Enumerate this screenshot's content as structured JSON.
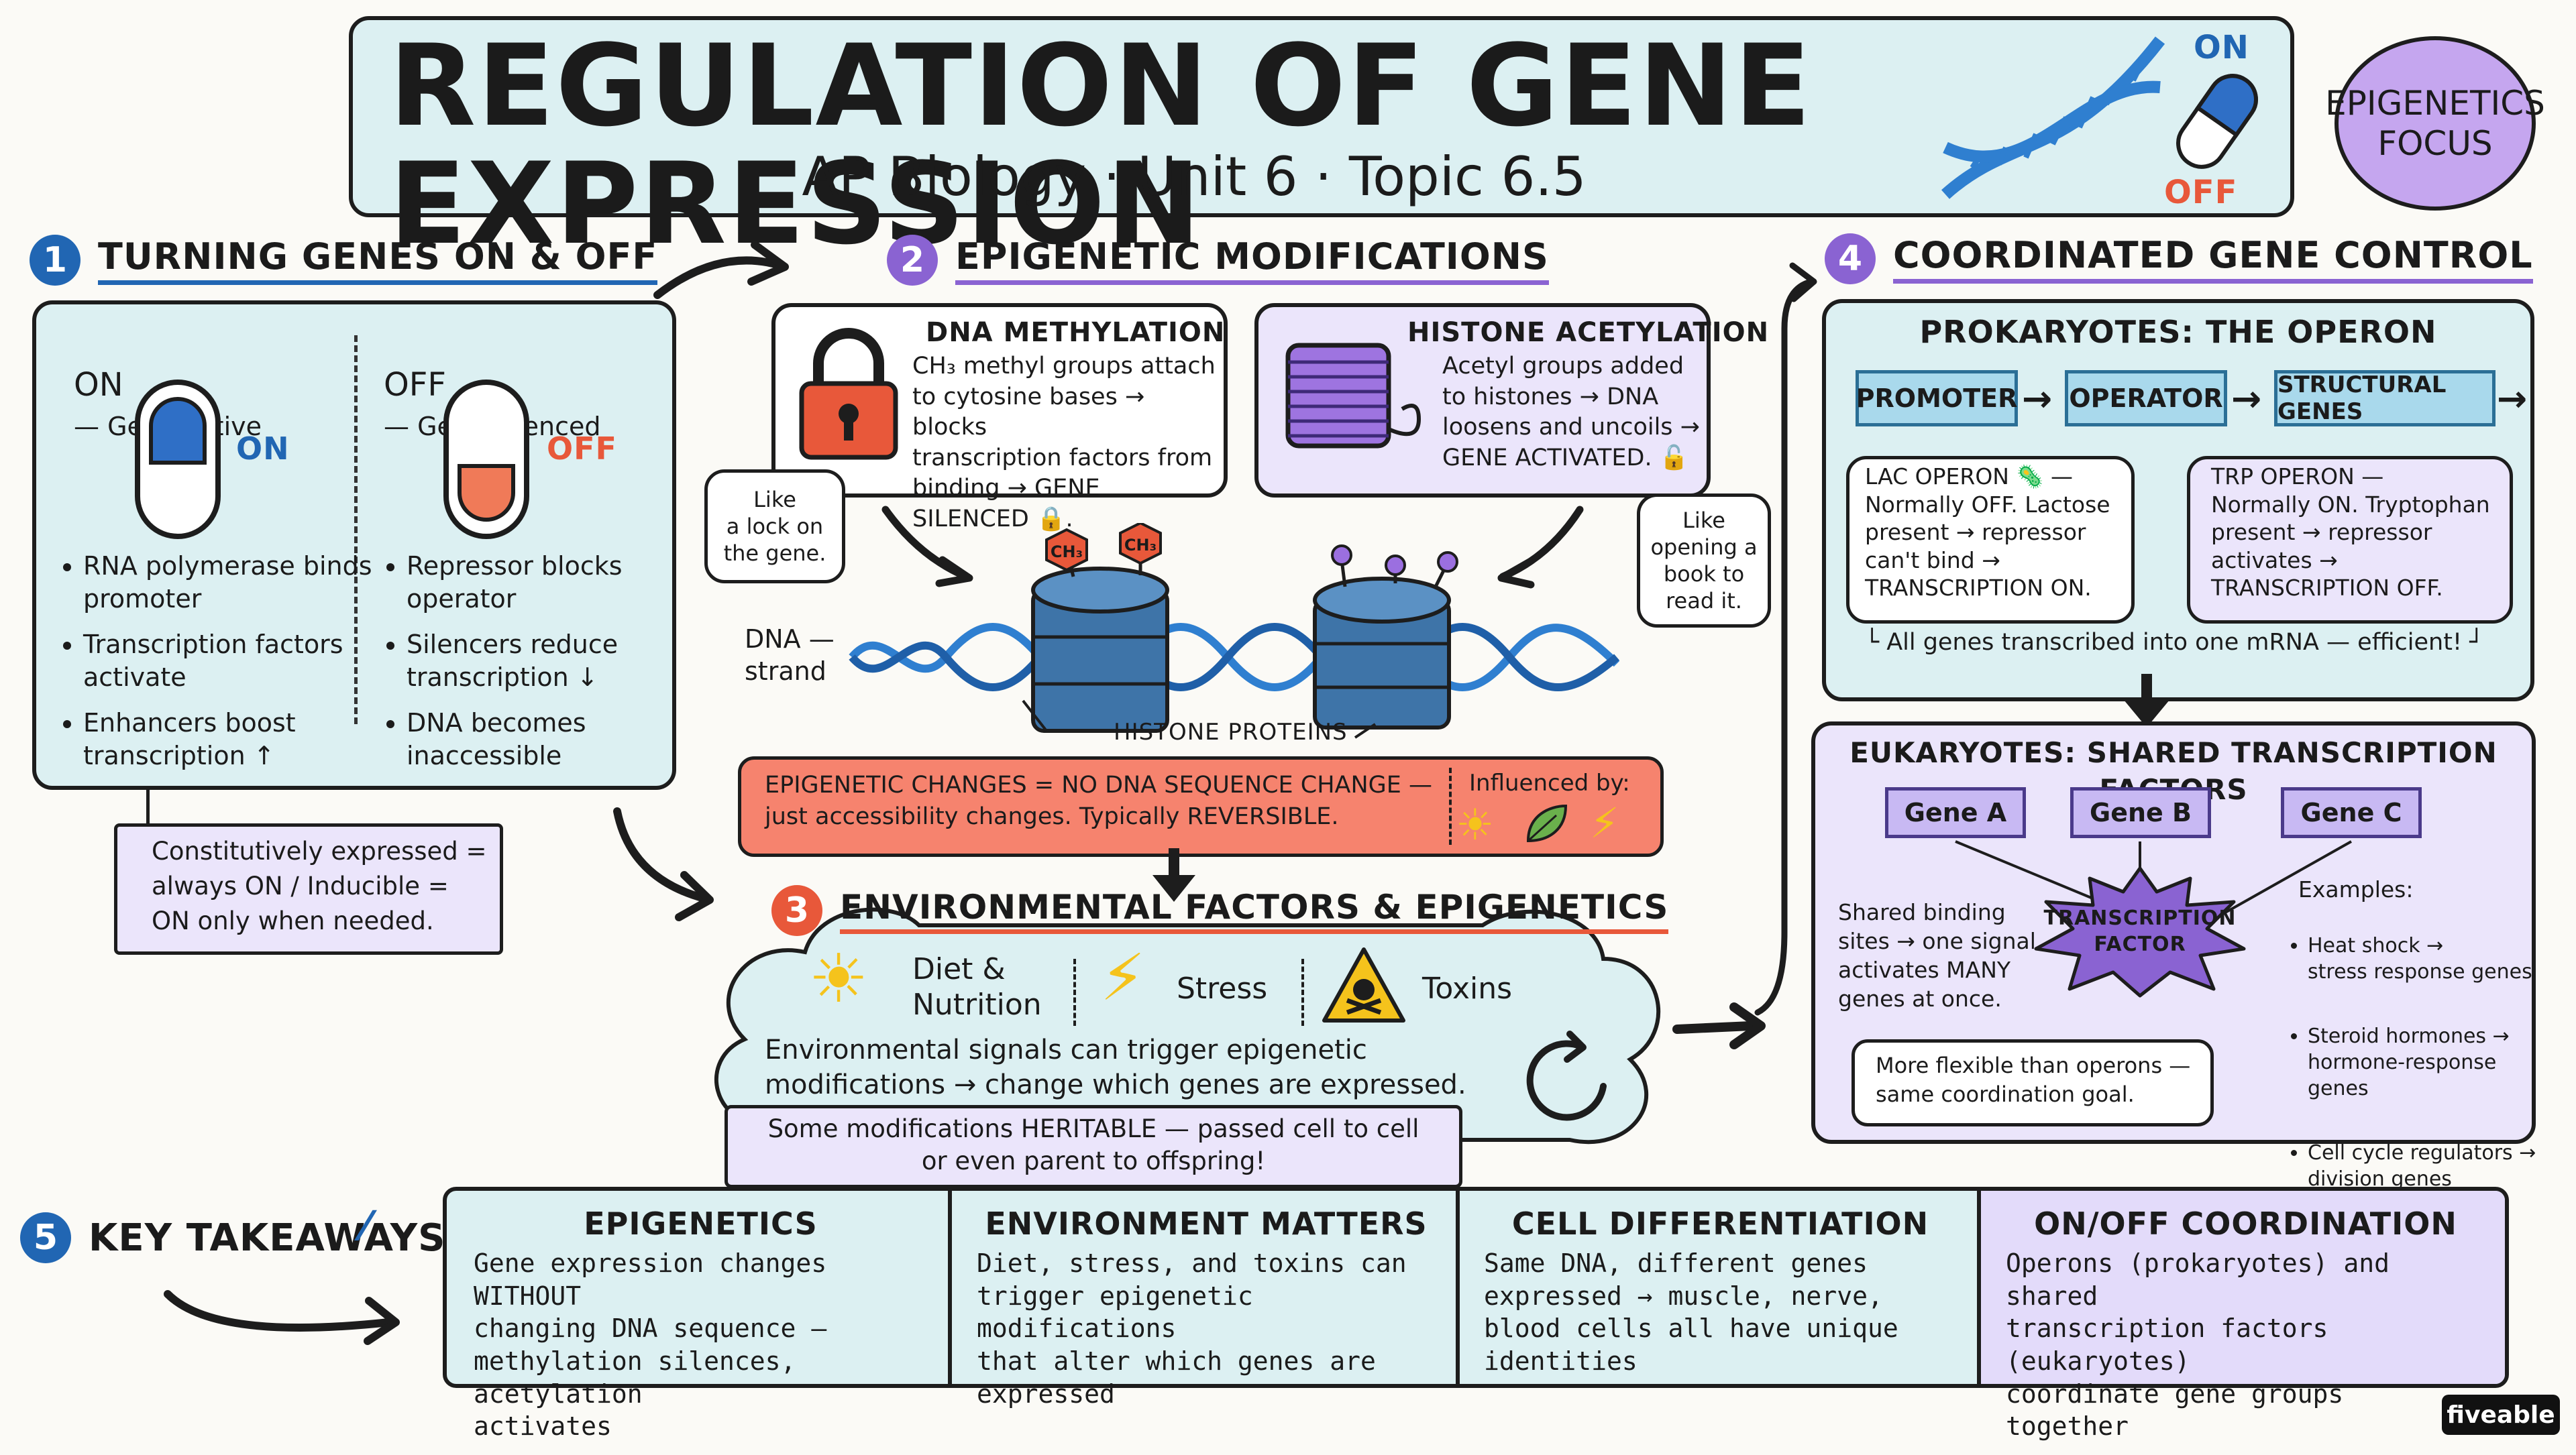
{
  "header": {
    "title": "REGULATION OF GENE EXPRESSION",
    "subtitle": "AP Biology · Unit 6 · Topic 6.5",
    "switch_on": "ON",
    "switch_off": "OFF",
    "badge": "EPIGENETICS\nFOCUS"
  },
  "sec1": {
    "number": "1",
    "title": "TURNING GENES ON & OFF",
    "on_head_a": "ON",
    "on_head_b": "— Gene Active",
    "off_head_a": "OFF",
    "off_head_b": "— Gene Silenced",
    "on_label": "ON",
    "off_label": "OFF",
    "on_items": [
      "RNA polymerase binds promoter",
      "Transcription factors activate",
      "Enhancers boost transcription ↑"
    ],
    "off_items": [
      "Repressor blocks operator",
      "Silencers reduce transcription ↓",
      "DNA becomes inaccessible"
    ],
    "note": "Constitutively expressed =\nalways ON / Inducible =\nON only when needed."
  },
  "sec2": {
    "number": "2",
    "title": "EPIGENETIC MODIFICATIONS",
    "methylation_title": "DNA METHYLATION",
    "methylation_body": "CH₃ methyl groups attach\nto cytosine bases → blocks\ntranscription factors from\nbinding → GENE SILENCED 🔒.",
    "acetylation_title": "HISTONE ACETYLATION",
    "acetylation_body": "Acetyl groups added\nto histones → DNA\nloosens and uncoils →\nGENE ACTIVATED. 🔓",
    "bubble_left": "Like\na lock on\nthe gene.",
    "bubble_right": "Like\nopening a\nbook to\nread it.",
    "dna_label": "DNA —\nstrand",
    "ch3_a": "CH₃",
    "ch3_b": "CH₃",
    "histone_label": "HISTONE PROTEINS",
    "changes_text": "EPIGENETIC CHANGES = NO DNA SEQUENCE CHANGE —\njust accessibility changes. Typically REVERSIBLE.",
    "influenced": "Influenced by:"
  },
  "sec3": {
    "number": "3",
    "title": "ENVIRONMENTAL FACTORS & EPIGENETICS",
    "diet": "Diet &\nNutrition",
    "stress": "Stress",
    "toxins": "Toxins",
    "body": "Environmental signals can trigger epigenetic\nmodifications → change which genes are expressed.",
    "banner": "Some modifications HERITABLE — passed cell to cell\nor even parent to offspring!"
  },
  "sec4": {
    "number": "4",
    "title": "COORDINATED GENE CONTROL",
    "prok_title": "PROKARYOTES: THE OPERON",
    "flow": [
      "PROMOTER",
      "OPERATOR",
      "STRUCTURAL GENES"
    ],
    "lac": "LAC OPERON 🦠 —\nNormally OFF. Lactose\npresent → repressor\ncan't bind →\nTRANSCRIPTION ON.",
    "trp": "TRP OPERON —\nNormally ON. Tryptophan\npresent → repressor\nactivates →\nTRANSCRIPTION OFF.",
    "mrna": "All genes transcribed into one mRNA — efficient!",
    "euk_title": "EUKARYOTES: SHARED TRANSCRIPTION FACTORS",
    "genes": [
      "Gene A",
      "Gene B",
      "Gene C"
    ],
    "tf": "TRANSCRIPTION\nFACTOR",
    "shared": "Shared binding\nsites → one signal\nactivates MANY\ngenes at once.",
    "flexible": "More flexible than operons —\nsame coordination goal.",
    "examples_title": "Examples:",
    "examples": [
      "Heat shock →\nstress response genes",
      "Steroid hormones →\nhormone-response genes",
      "Cell cycle regulators →\ndivision genes"
    ]
  },
  "sec5": {
    "number": "5",
    "title": "KEY TAKEAWAYS",
    "cards": [
      {
        "title": "EPIGENETICS",
        "body": "Gene expression changes WITHOUT\nchanging DNA sequence —\nmethylation silences, acetylation\nactivates"
      },
      {
        "title": "ENVIRONMENT MATTERS",
        "body": "Diet, stress, and toxins can\ntrigger epigenetic modifications\nthat alter which genes are\nexpressed"
      },
      {
        "title": "CELL DIFFERENTIATION",
        "body": "Same DNA, different genes\nexpressed → muscle, nerve,\nblood cells all have unique\nidentities"
      },
      {
        "title": "ON/OFF COORDINATION",
        "body": "Operons (prokaryotes) and shared\ntranscription factors (eukaryotes)\ncoordinate gene groups\ntogether"
      }
    ]
  },
  "brand": "fiveable",
  "colors": {
    "blue": "#2166b3",
    "purple": "#8a63d2",
    "orange": "#e8583a",
    "salmon": "#f6836e"
  }
}
